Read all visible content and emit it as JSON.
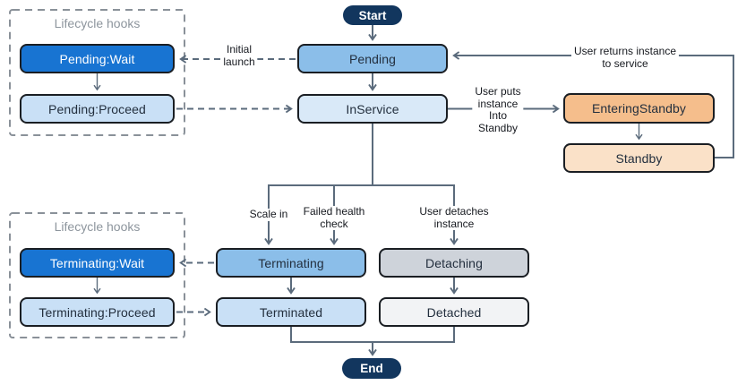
{
  "groups": {
    "pending_hooks": {
      "title": "Lifecycle hooks"
    },
    "terminating_hooks": {
      "title": "Lifecycle hooks"
    }
  },
  "nodes": {
    "start": "Start",
    "pending": "Pending",
    "in_service": "InService",
    "pending_wait": "Pending:Wait",
    "pending_proceed": "Pending:Proceed",
    "entering_standby": "EnteringStandby",
    "standby": "Standby",
    "terminating": "Terminating",
    "terminated": "Terminated",
    "detaching": "Detaching",
    "detached": "Detached",
    "terminating_wait": "Terminating:Wait",
    "terminating_proceed": "Terminating:Proceed",
    "end": "End"
  },
  "edge_labels": {
    "initial_launch": "Initial\nlaunch",
    "user_puts_standby": "User puts\ninstance\nInto\nStandby",
    "user_returns": "User returns instance\nto service",
    "scale_in": "Scale in",
    "failed_health_check": "Failed health\ncheck",
    "user_detaches": "User detaches\ninstance"
  },
  "colors": {
    "pill_navy": "#12365E",
    "hook_wait_blue": "#1874D2",
    "state_blue": "#8BBEE9",
    "state_blue_light": "#C9E0F6",
    "state_blue_pale": "#D9E9F8",
    "standby_orange": "#F5BE8C",
    "standby_orange_pale": "#FAE1C8",
    "detach_gray": "#CED3DA",
    "detach_gray_pale": "#F2F3F5",
    "node_border": "#1A1E23",
    "connector": "#5B6B7C",
    "hooks_border": "#8A9199",
    "hooks_title": "#8D959D",
    "label_text": "#16191F"
  }
}
